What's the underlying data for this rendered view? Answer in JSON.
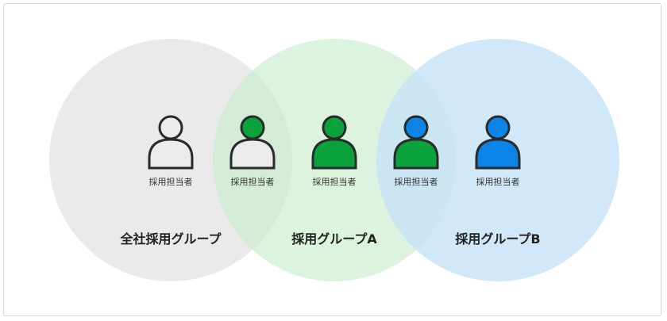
{
  "colors": {
    "gray_circle": "#e9e9e9",
    "green_circle": "#c6ebcb",
    "blue_circle": "#c6e3f6",
    "green_person": "#0aa23c",
    "blue_person": "#0a84e6",
    "white_person": "#ebebeb",
    "outline": "#2a2a2a"
  },
  "groups": [
    {
      "label": "全社採用グループ"
    },
    {
      "label": "採用グループA"
    },
    {
      "label": "採用グループB"
    }
  ],
  "persons": [
    {
      "label": "採用担当者",
      "head": "white",
      "body": "white"
    },
    {
      "label": "採用担当者",
      "head": "green",
      "body": "white"
    },
    {
      "label": "採用担当者",
      "head": "green",
      "body": "green"
    },
    {
      "label": "採用担当者",
      "head": "blue",
      "body": "green"
    },
    {
      "label": "採用担当者",
      "head": "blue",
      "body": "blue"
    }
  ]
}
